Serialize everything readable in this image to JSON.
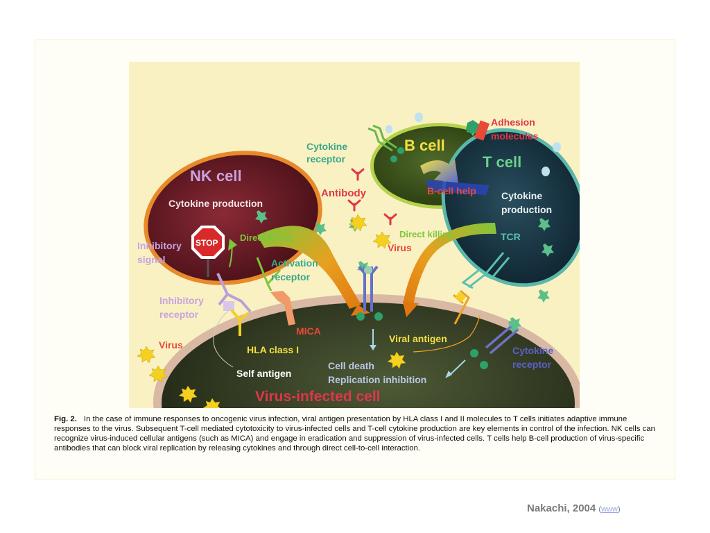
{
  "diagram": {
    "cells": {
      "nk": "NK cell",
      "b": "B cell",
      "t": "T cell",
      "infected": "Virus-infected cell"
    },
    "labels": {
      "adhesion_line1": "Adhesion",
      "adhesion_line2": "molecules",
      "cytokine_receptor_top_1": "Cytokine",
      "cytokine_receptor_top_2": "receptor",
      "b_cell_help": "B-cell help",
      "t_cytokine_1": "Cytokine",
      "t_cytokine_2": "production",
      "antibody": "Antibody",
      "nk_cytokine": "Cytokine production",
      "stop": "STOP",
      "inhibitory_signal_1": "Inhibitory",
      "inhibitory_signal_2": "signal",
      "direct_killing_nk": "Direct killing",
      "direct_killing_t": "Direct killing",
      "activation_receptor_1": "Activation",
      "activation_receptor_2": "receptor",
      "virus_center": "Virus",
      "tcr": "TCR",
      "inhibitory_receptor_1": "Inhibitory",
      "inhibitory_receptor_2": "receptor",
      "mica": "MICA",
      "virus_left": "Virus",
      "hla_class_1": "HLA class I",
      "self_antigen": "Self antigen",
      "viral_antigen": "Viral antigen",
      "cytokine_receptor_right_1": "Cytokine",
      "cytokine_receptor_right_2": "receptor",
      "cell_death": "Cell death",
      "replication_inhibition": "Replication inhibition"
    }
  },
  "caption": {
    "fig_label": "Fig. 2.",
    "text": "In the case of immune responses to oncogenic virus infection, viral antigen presentation by HLA class I and II molecules to T cells initiates adaptive immune responses to the virus. Subsequent T-cell mediated cytotoxicity to virus-infected cells and T-cell cytokine production are key elements in control of the infection. NK cells can recognize virus-induced cellular antigens (such as MICA) and engage in eradication and suppression of virus-infected cells. T cells help B-cell production of virus-specific antibodies that can block viral replication by releasing cytokines and through direct cell-to-cell interaction."
  },
  "credit": {
    "author": "Nakachi, 2004",
    "open_paren": "(",
    "link": "www",
    "close_paren": ")"
  }
}
